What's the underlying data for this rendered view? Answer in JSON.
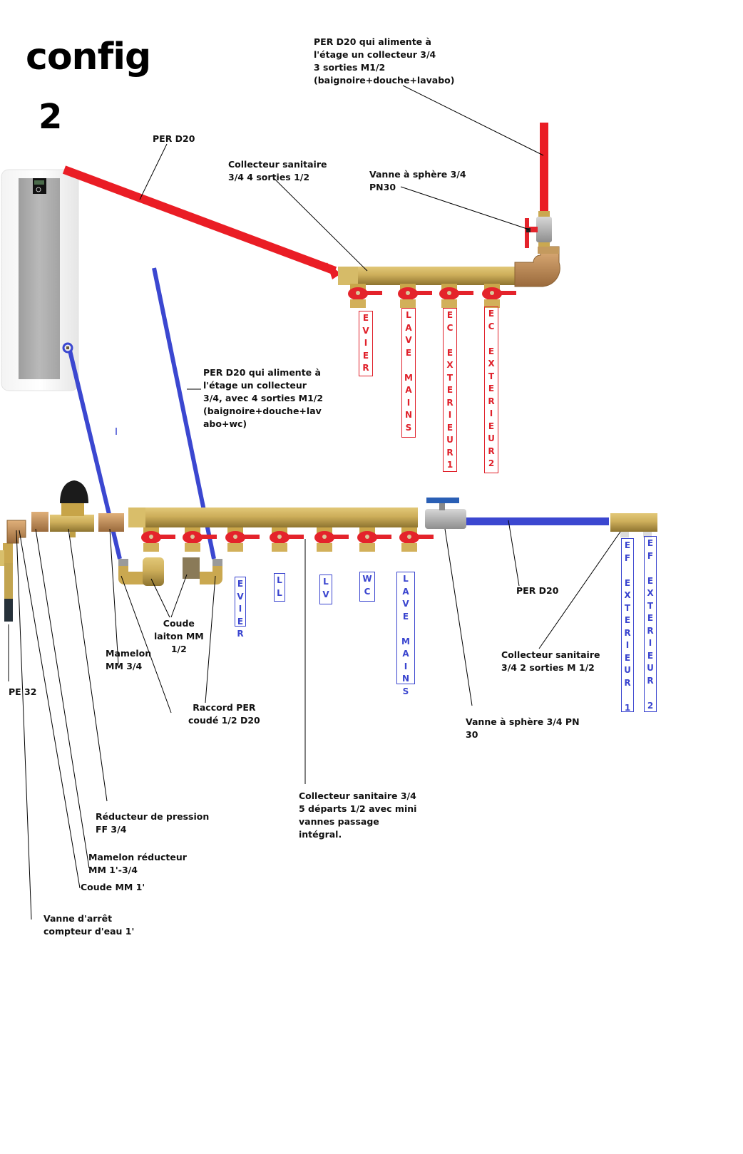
{
  "title": {
    "line1": "config",
    "line2": "2"
  },
  "colors": {
    "hot": "#ea1d25",
    "cold": "#3b47d0",
    "brass": "#c9a64a",
    "valve_handle": "#e4232b",
    "valve_handle_blue": "#2a5fb5"
  },
  "labels": {
    "per_d20_top": "PER D20",
    "upstairs_hot": "PER D20 qui alimente à\nl'étage un collecteur 3/4\n3 sorties M1/2\n(baignoire+douche+lavabo)",
    "collector_hot": "Collecteur sanitaire\n3/4 4 sorties 1/2",
    "ball_valve_hot": "Vanne à sphère 3/4\nPN30",
    "upstairs_cold": "PER D20 qui alimente à\nl'étage un collecteur\n3/4, avec 4 sorties  M1/2\n(baignoire+douche+lav\nabo+wc)",
    "elbow_brass": "Coude\nlaiton MM\n1/2",
    "nipple_mm34": "Mamelon\nMM 3/4",
    "pe32": "PE 32",
    "per_elbow": "Raccord PER\ncoudé 1/2 D20",
    "per_d20_bottom": "PER D20",
    "collector_2out": "Collecteur sanitaire\n3/4 2 sorties M 1/2",
    "ball_valve_cold": "Vanne à sphère 3/4 PN\n30",
    "collector_cold": "Collecteur sanitaire 3/4\n5 départs 1/2 avec mini\nvannes passage\nintégral.",
    "pressure_reducer": "Réducteur de pression\nFF 3/4",
    "reducer_nipple": "Mamelon réducteur\nMM 1'-3/4",
    "elbow_mm1": "Coude MM 1'",
    "meter_valve": "Vanne d'arrêt\ncompteur d'eau 1'"
  },
  "hot_outlets": [
    {
      "id": "evier",
      "text": "EVIER"
    },
    {
      "id": "lave-mains",
      "text": "LAVE MAINS"
    },
    {
      "id": "ec-exterieur-1",
      "text": "EC EXTERIEUR1"
    },
    {
      "id": "ec-exterieur-2",
      "text": "EC EXTERIEUR2"
    }
  ],
  "cold_outlets": [
    {
      "id": "evier",
      "text": "EVIER"
    },
    {
      "id": "ll",
      "text": "LL"
    },
    {
      "id": "lv",
      "text": "LV"
    },
    {
      "id": "wc",
      "text": "WC"
    },
    {
      "id": "lave-mains",
      "text": "LAVE MAINS"
    }
  ],
  "outdoor_cold_outlets": [
    {
      "id": "ef-exterieur-1",
      "text": "EF EXTERIEUR1"
    },
    {
      "id": "ef-exterieur-2",
      "text": "EF EXTERIEUR2"
    }
  ]
}
